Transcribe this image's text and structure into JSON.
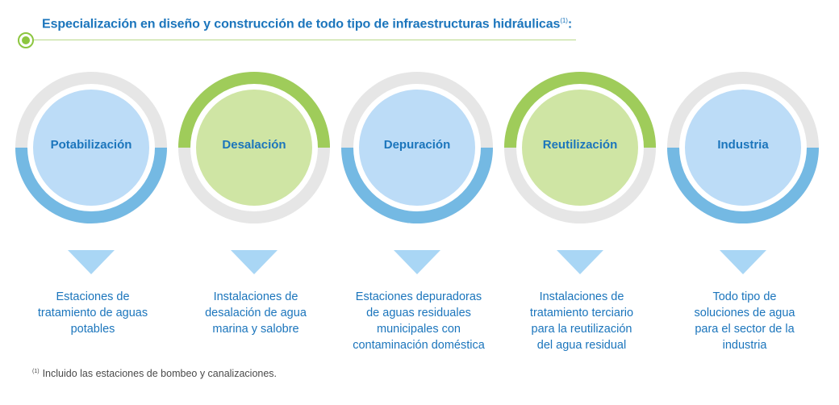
{
  "header": {
    "title": "Especialización en diseño y construcción de todo tipo de infraestructuras hidráulicas",
    "title_marker": "(1)",
    "title_suffix": ":"
  },
  "steps": [
    {
      "label": "Potabilización",
      "theme": "blue",
      "description": [
        "Estaciones de",
        "tratamiento de aguas",
        "potables"
      ]
    },
    {
      "label": "Desalación",
      "theme": "green",
      "description": [
        "Instalaciones de",
        "desalación de agua",
        "marina y salobre"
      ]
    },
    {
      "label": "Depuración",
      "theme": "blue",
      "description": [
        "Estaciones depuradoras",
        "de aguas residuales",
        "municipales con",
        "contaminación doméstica"
      ]
    },
    {
      "label": "Reutilización",
      "theme": "green",
      "description": [
        "Instalaciones de",
        "tratamiento terciario",
        "para la reutilización",
        "del agua residual"
      ]
    },
    {
      "label": "Industria",
      "theme": "blue",
      "description": [
        "Todo tipo de",
        "soluciones de agua",
        "para el sector de la",
        "industria"
      ]
    }
  ],
  "footnote": {
    "marker": "(1)",
    "text": "Incluido las estaciones de bombeo y canalizaciones."
  },
  "colors": {
    "title_text": "#1b75bc",
    "bullet_green": "#8cc63f",
    "ring_grey": "#e6e6e6",
    "ring_blue_accent": "#74b9e3",
    "ring_green_accent": "#9fcc5a",
    "inner_blue": "#bcdcf7",
    "inner_green": "#cfe5a4",
    "arrow_blue": "#a9d6f5",
    "footnote_text": "#4a4a4a"
  }
}
